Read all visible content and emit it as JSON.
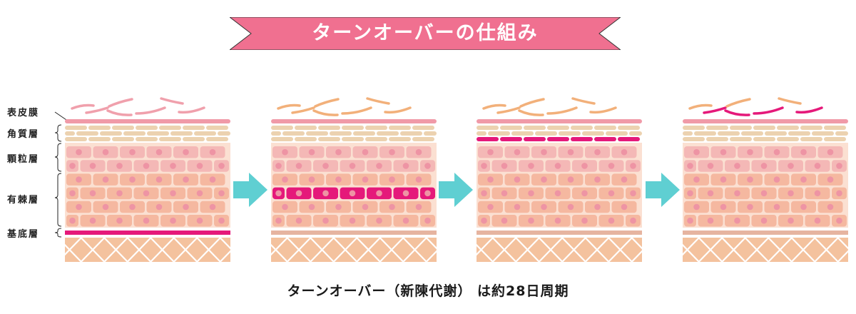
{
  "title": "ターンオーバーの仕組み",
  "caption": "ターンオーバー（新陳代謝） は約28日周期",
  "layer_labels": {
    "film": "表皮膜",
    "corneum": "角質層",
    "granular": "顆粒層",
    "spinous": "有棘層",
    "basal": "基底層"
  },
  "colors": {
    "banner": "#f07090",
    "film": "#f09aa8",
    "corneum": "#ecd2b0",
    "granular_cell": "#f4b8b6",
    "spinous_cell": "#f5b8a0",
    "cell_bg": "#fbe0d2",
    "nucleus": "#ee94a4",
    "highlight": "#e5197a",
    "basal_plain": "#e6b4a0",
    "dermis": "#f4c29e",
    "flake_pink": "#f0a0ac",
    "flake_orange": "#f2b07a",
    "arrow": "#5fcfd2"
  },
  "panels": [
    {
      "id": "stage-1",
      "highlight": "basal"
    },
    {
      "id": "stage-2",
      "highlight": "spinous"
    },
    {
      "id": "stage-3",
      "highlight": "corneum"
    },
    {
      "id": "stage-4",
      "highlight": "flakes"
    }
  ]
}
